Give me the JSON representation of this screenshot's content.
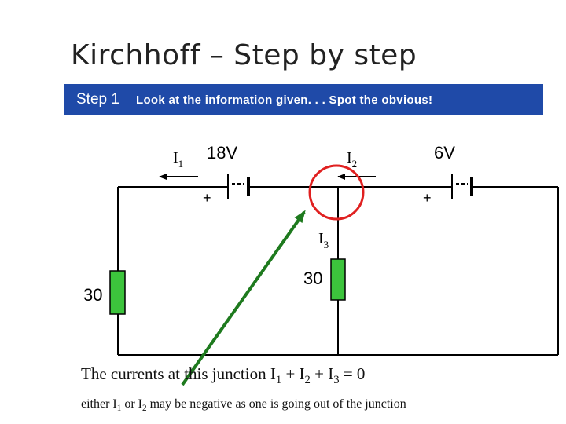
{
  "title": "Kirchhoff – Step by step",
  "banner": {
    "step": "Step 1",
    "hint": "Look at the information given. . .  Spot the obvious!"
  },
  "labels": {
    "battery_left": "18V",
    "battery_right": "6V",
    "plus": "+",
    "resistor_left": "30",
    "resistor_middle": "30",
    "current_symbol": "I",
    "i1": "1",
    "i2": "2",
    "i3": "3"
  },
  "equation": {
    "prefix": "The currents at this junction  I",
    "s1": "1",
    "plus1": " + I",
    "s2": "2",
    "plus2": " + I",
    "s3": "3",
    "suffix": " = 0"
  },
  "note": {
    "p1": "either I",
    "s1": "1",
    "p2": " or I",
    "s2": "2",
    "p3": " may be negative as one is going out of the junction"
  },
  "colors": {
    "banner": "#1f4aa8",
    "resistor": "#3cc43c",
    "junction_circle": "#e02020",
    "pointer_arrow": "#1e7a1e"
  }
}
